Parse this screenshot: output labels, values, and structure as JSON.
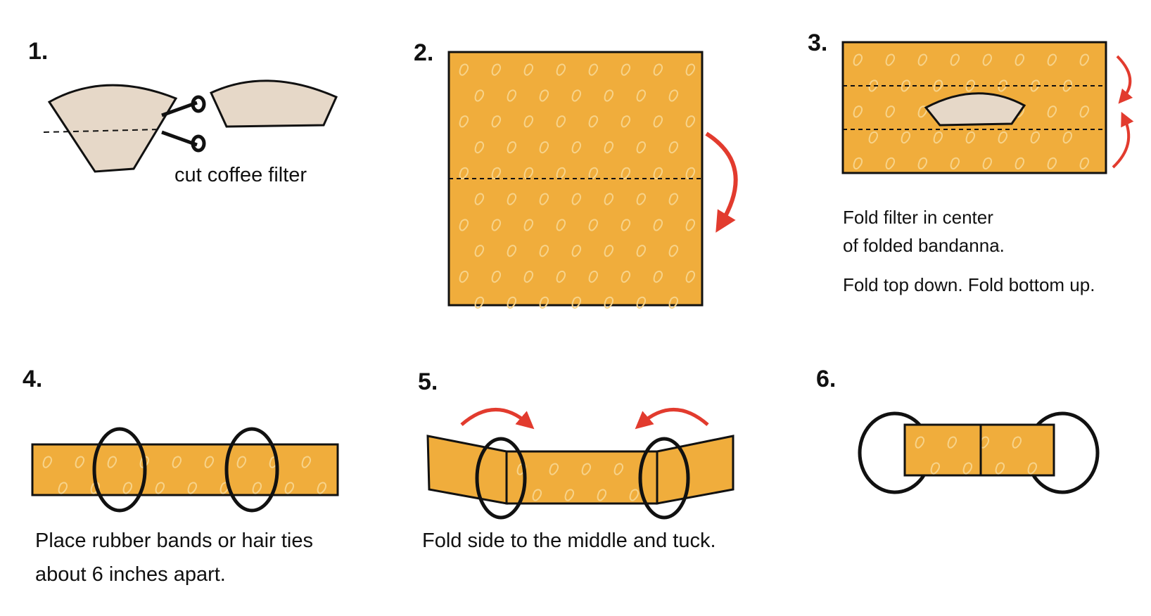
{
  "colors": {
    "fabric": "#f0ad3c",
    "paisley": "#f7d38a",
    "filter": "#e6d8c8",
    "arrow": "#e23b2e",
    "outline": "#111111"
  },
  "steps": [
    {
      "number": "1.",
      "caption": [
        "cut coffee filter"
      ],
      "icons": [
        "coffee-filter",
        "scissors-icon"
      ]
    },
    {
      "number": "2.",
      "caption": [],
      "icons": [
        "bandanna",
        "fold-arrow-icon"
      ]
    },
    {
      "number": "3.",
      "caption": [
        "Fold filter in center",
        "of folded bandanna.",
        "Fold top down. Fold bottom up."
      ],
      "icons": [
        "folded-bandanna",
        "fold-arrow-icon"
      ]
    },
    {
      "number": "4.",
      "caption": [
        "Place rubber bands or hair ties",
        "about 6 inches apart."
      ],
      "icons": [
        "fabric-strip",
        "rubber-band"
      ]
    },
    {
      "number": "5.",
      "caption": [
        "Fold side to the middle and tuck."
      ],
      "icons": [
        "fabric-strip",
        "fold-arrow-icon"
      ]
    },
    {
      "number": "6.",
      "caption": [],
      "icons": [
        "finished-mask"
      ]
    }
  ]
}
